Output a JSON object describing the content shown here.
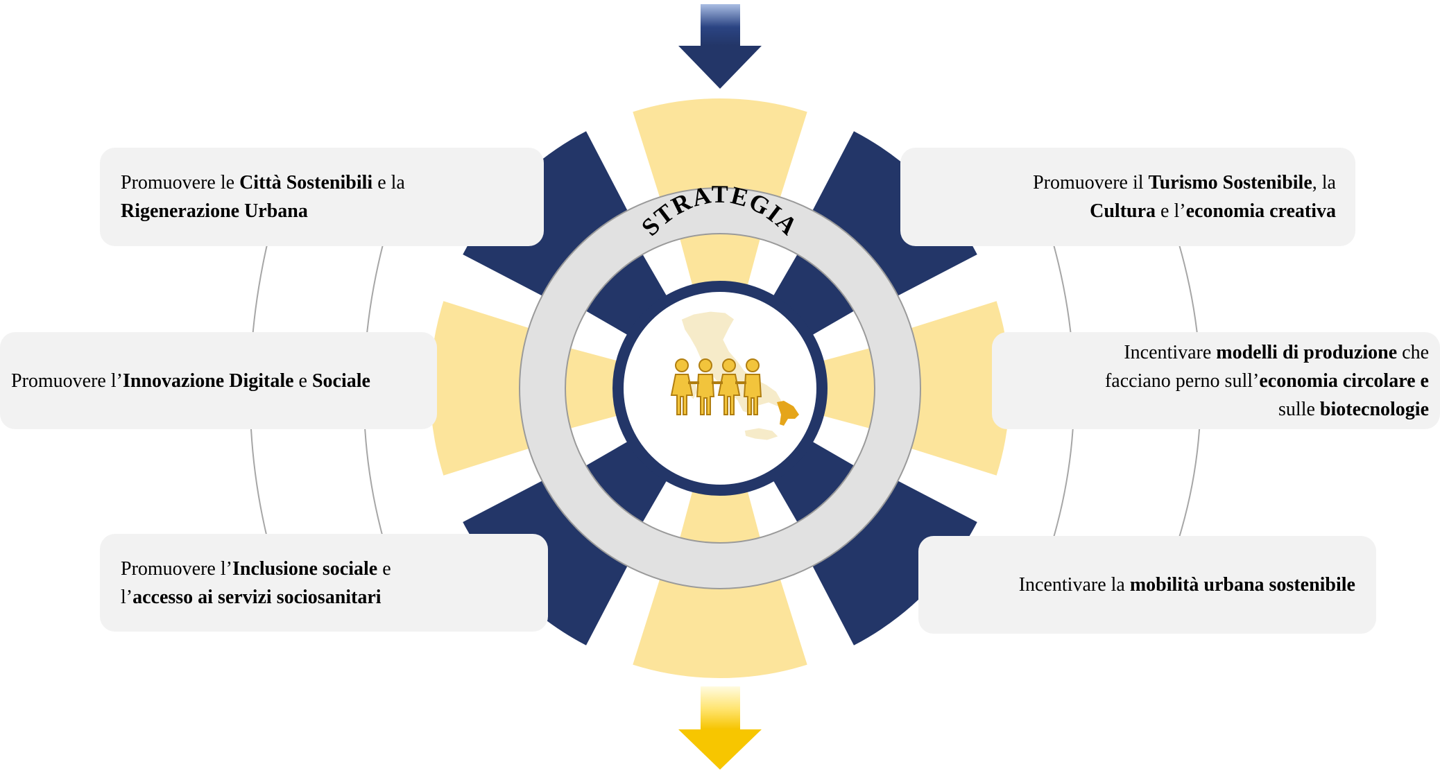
{
  "colors": {
    "navy": "#233668",
    "yellow": "#fce49b",
    "ring_gray": "#e1e1e1",
    "box_gray": "#f2f2f2",
    "accent_orange": "#e5a51a",
    "figure_gold": "#f2c43c"
  },
  "center": {
    "label": "STRATEGIA",
    "icons": [
      "italy-map-icon",
      "people-group-icon"
    ]
  },
  "arrows": {
    "top": "arrow-down-navy-icon",
    "bottom": "arrow-down-yellow-icon"
  },
  "boxes": {
    "top_left": {
      "l1a": "Promuovere le ",
      "l1b": "Città Sostenibili",
      "l1c": " e la",
      "l2a": "Rigenerazione Urbana"
    },
    "mid_left": {
      "a": "Promuovere l’",
      "b": "Innovazione Digitale",
      "c": " e ",
      "d": "Sociale"
    },
    "bot_left": {
      "l1a": "Promuovere l’",
      "l1b": "Inclusione sociale",
      "l1c": " e",
      "l2a": "l’",
      "l2b": "accesso ai servizi sociosanitari"
    },
    "top_right": {
      "l1a": "Promuovere il ",
      "l1b": "Turismo Sostenibile",
      "l1c": ", la",
      "l2a": "Cultura",
      "l2b": " e l’",
      "l2c": "economia creativa"
    },
    "mid_right": {
      "l1a": "Incentivare ",
      "l1b": "modelli di produzione",
      "l1c": " che",
      "l2a": "facciano perno sull’",
      "l2b": "economia circolare e",
      "l3a": "sulle ",
      "l3b": "biotecnologie"
    },
    "bot_right": {
      "a": "Incentivare la ",
      "b": "mobilità urbana sostenibile"
    }
  }
}
